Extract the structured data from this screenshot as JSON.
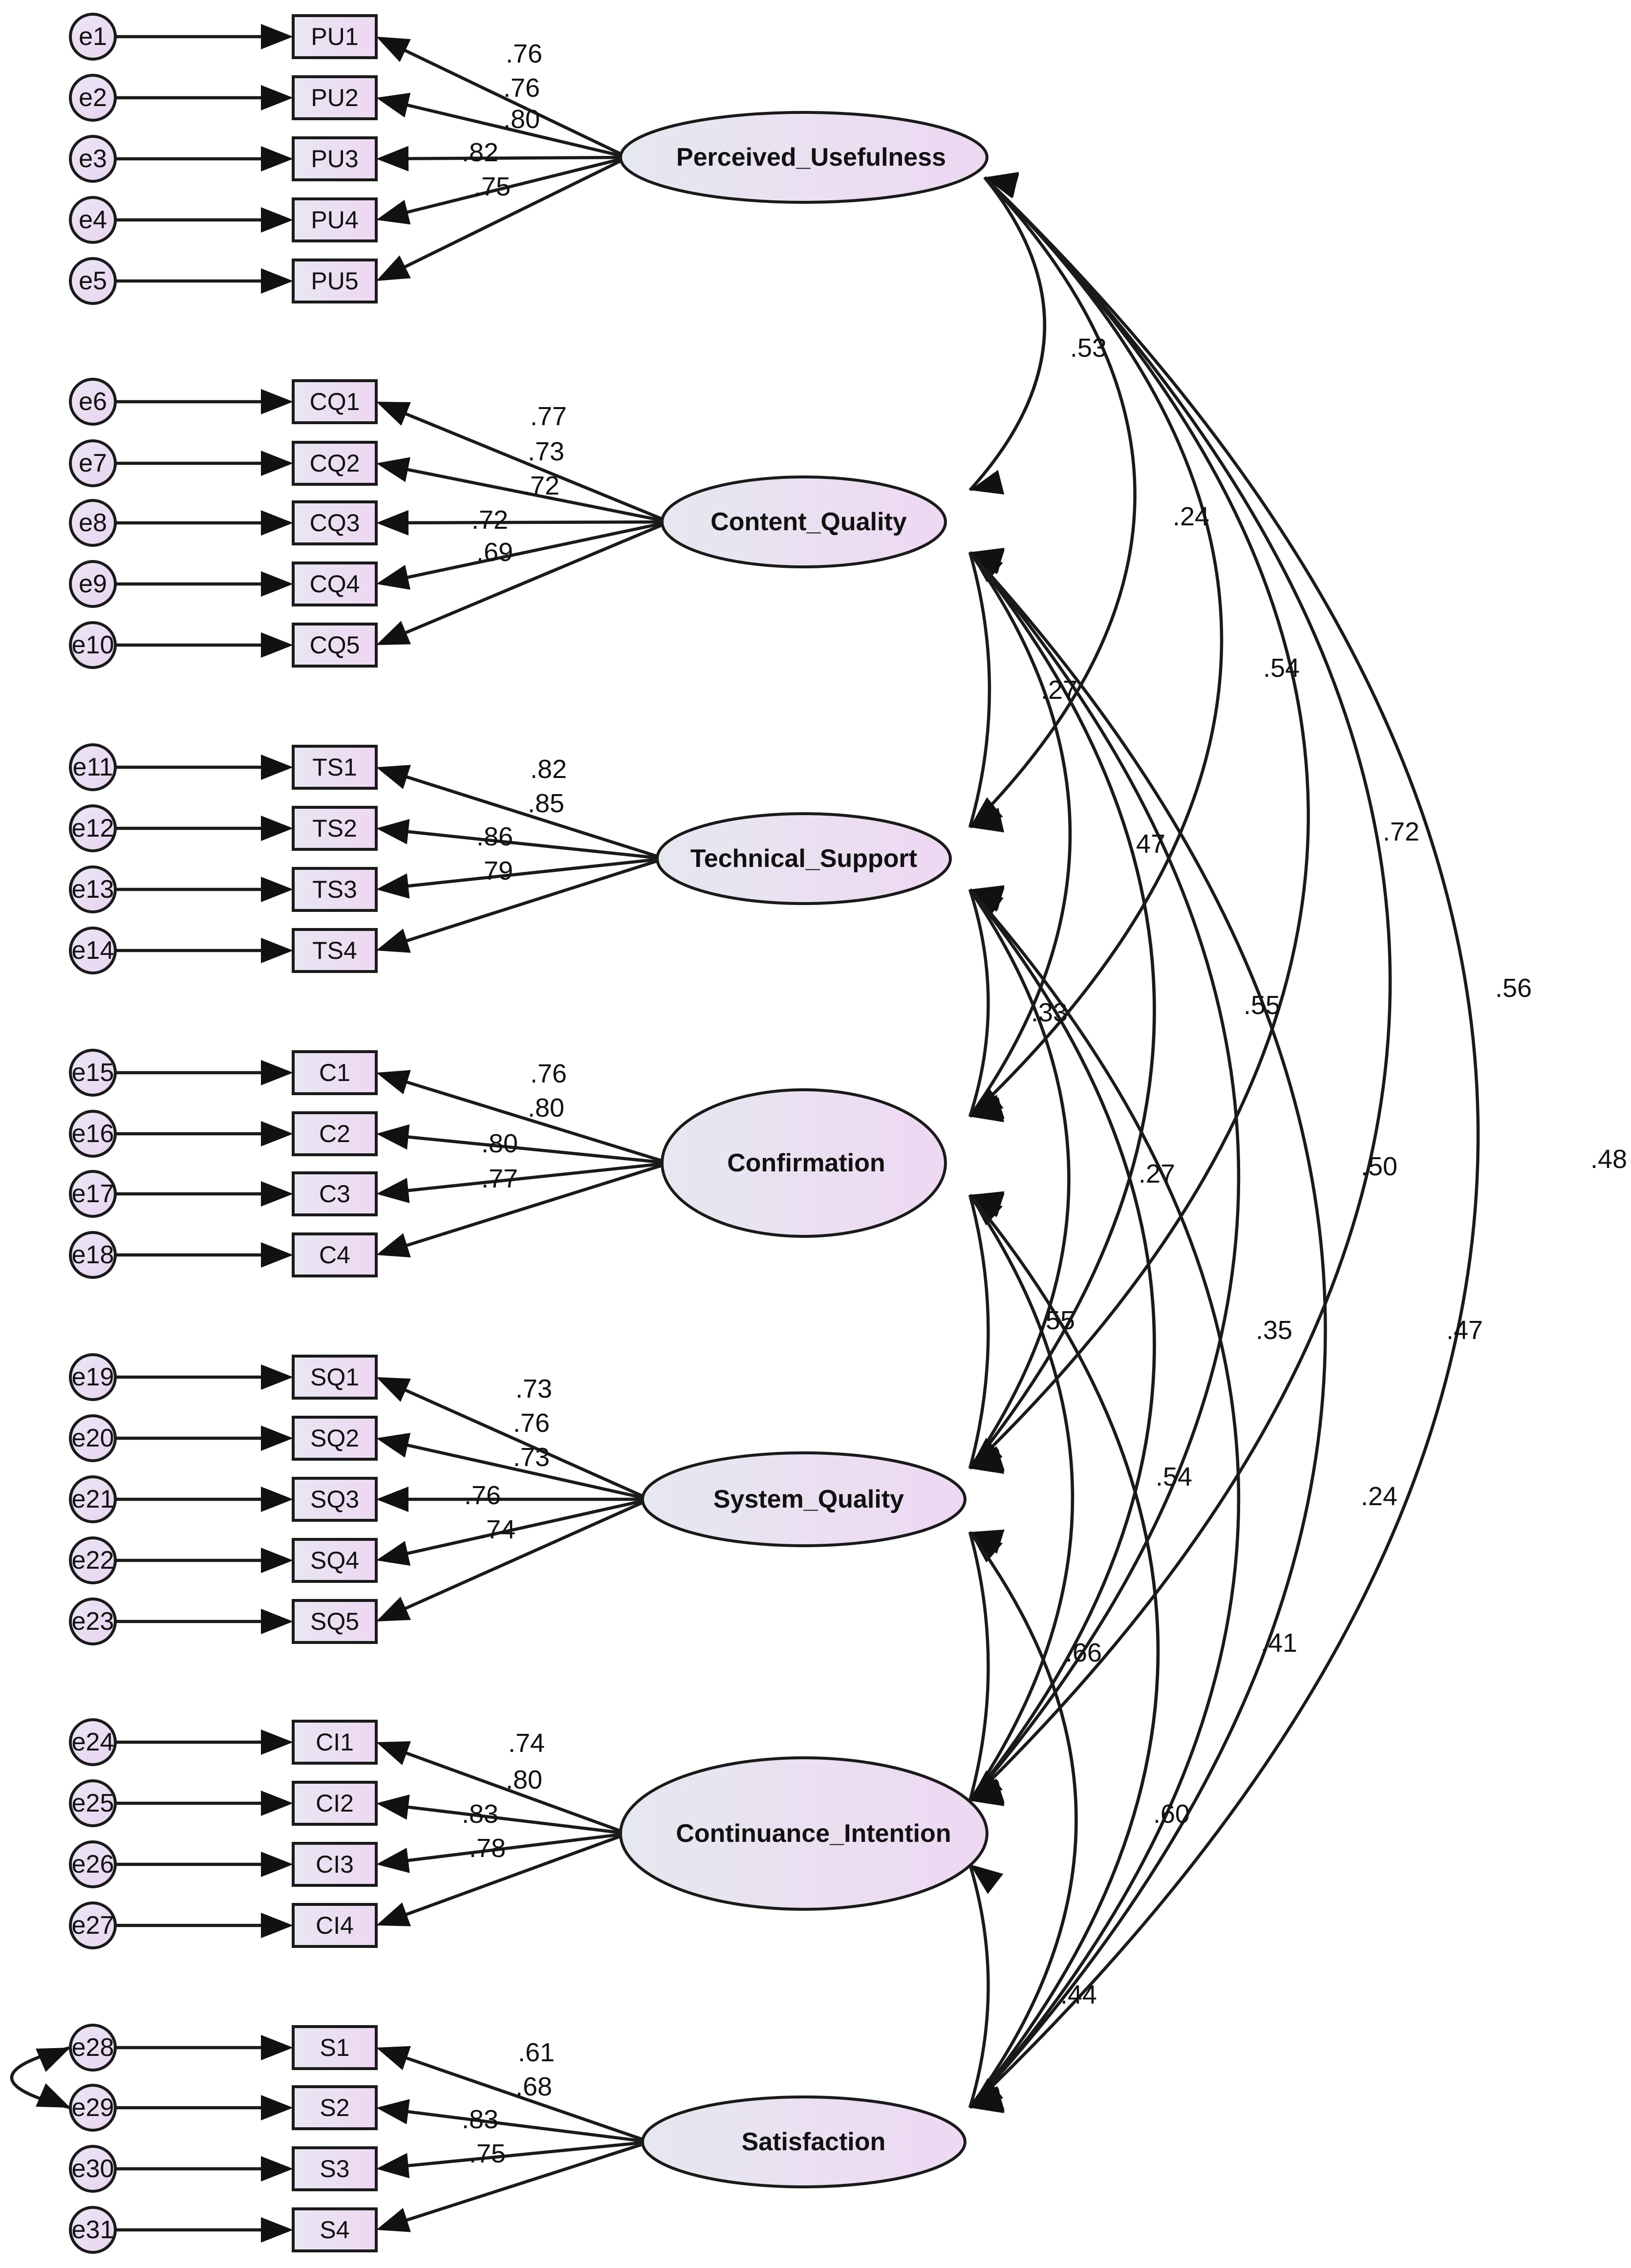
{
  "latents": [
    {
      "id": "Perceived_Usefulness",
      "label": "Perceived_Usefulness"
    },
    {
      "id": "Content_Quality",
      "label": "Content_Quality"
    },
    {
      "id": "Technical_Support",
      "label": "Technical_Support"
    },
    {
      "id": "Confirmation",
      "label": "Confirmation"
    },
    {
      "id": "System_Quality",
      "label": "System_Quality"
    },
    {
      "id": "Continuance_Intention",
      "label": "Continuance_Intention"
    },
    {
      "id": "Satisfaction",
      "label": "Satisfaction"
    }
  ],
  "indicators": [
    {
      "latent": "Perceived_Usefulness",
      "label": "PU1",
      "error": "e1",
      "loading": ".76"
    },
    {
      "latent": "Perceived_Usefulness",
      "label": "PU2",
      "error": "e2",
      "loading": ".76"
    },
    {
      "latent": "Perceived_Usefulness",
      "label": "PU3",
      "error": "e3",
      "loading": ".80"
    },
    {
      "latent": "Perceived_Usefulness",
      "label": "PU4",
      "error": "e4",
      "loading": ".82"
    },
    {
      "latent": "Perceived_Usefulness",
      "label": "PU5",
      "error": "e5",
      "loading": ".75"
    },
    {
      "latent": "Content_Quality",
      "label": "CQ1",
      "error": "e6",
      "loading": ".77"
    },
    {
      "latent": "Content_Quality",
      "label": "CQ2",
      "error": "e7",
      "loading": ".73"
    },
    {
      "latent": "Content_Quality",
      "label": "CQ3",
      "error": "e8",
      "loading": ".72"
    },
    {
      "latent": "Content_Quality",
      "label": "CQ4",
      "error": "e9",
      "loading": ".72"
    },
    {
      "latent": "Content_Quality",
      "label": "CQ5",
      "error": "e10",
      "loading": ".69"
    },
    {
      "latent": "Technical_Support",
      "label": "TS1",
      "error": "e11",
      "loading": ".82"
    },
    {
      "latent": "Technical_Support",
      "label": "TS2",
      "error": "e12",
      "loading": ".85"
    },
    {
      "latent": "Technical_Support",
      "label": "TS3",
      "error": "e13",
      "loading": ".86"
    },
    {
      "latent": "Technical_Support",
      "label": "TS4",
      "error": "e14",
      "loading": ".79"
    },
    {
      "latent": "Confirmation",
      "label": "C1",
      "error": "e15",
      "loading": ".76"
    },
    {
      "latent": "Confirmation",
      "label": "C2",
      "error": "e16",
      "loading": ".80"
    },
    {
      "latent": "Confirmation",
      "label": "C3",
      "error": "e17",
      "loading": ".80"
    },
    {
      "latent": "Confirmation",
      "label": "C4",
      "error": "e18",
      "loading": ".77"
    },
    {
      "latent": "System_Quality",
      "label": "SQ1",
      "error": "e19",
      "loading": ".73"
    },
    {
      "latent": "System_Quality",
      "label": "SQ2",
      "error": "e20",
      "loading": ".76"
    },
    {
      "latent": "System_Quality",
      "label": "SQ3",
      "error": "e21",
      "loading": ".73"
    },
    {
      "latent": "System_Quality",
      "label": "SQ4",
      "error": "e22",
      "loading": ".76"
    },
    {
      "latent": "System_Quality",
      "label": "SQ5",
      "error": "e23",
      "loading": ".74"
    },
    {
      "latent": "Continuance_Intention",
      "label": "CI1",
      "error": "e24",
      "loading": ".74"
    },
    {
      "latent": "Continuance_Intention",
      "label": "CI2",
      "error": "e25",
      "loading": ".80"
    },
    {
      "latent": "Continuance_Intention",
      "label": "CI3",
      "error": "e26",
      "loading": ".83"
    },
    {
      "latent": "Continuance_Intention",
      "label": "CI4",
      "error": "e27",
      "loading": ".78"
    },
    {
      "latent": "Satisfaction",
      "label": "S1",
      "error": "e28",
      "loading": ".61"
    },
    {
      "latent": "Satisfaction",
      "label": "S2",
      "error": "e29",
      "loading": ".68"
    },
    {
      "latent": "Satisfaction",
      "label": "S3",
      "error": "e30",
      "loading": ".83"
    },
    {
      "latent": "Satisfaction",
      "label": "S4",
      "error": "e31",
      "loading": ".75"
    }
  ],
  "correlations": [
    {
      "a": "Perceived_Usefulness",
      "b": "Content_Quality",
      "value": ".53"
    },
    {
      "a": "Perceived_Usefulness",
      "b": "Technical_Support",
      "value": ".24"
    },
    {
      "a": "Perceived_Usefulness",
      "b": "Confirmation",
      "value": ".54"
    },
    {
      "a": "Perceived_Usefulness",
      "b": "System_Quality",
      "value": ".72"
    },
    {
      "a": "Perceived_Usefulness",
      "b": "Continuance_Intention",
      "value": ".56"
    },
    {
      "a": "Perceived_Usefulness",
      "b": "Satisfaction",
      "value": ".48"
    },
    {
      "a": "Content_Quality",
      "b": "Technical_Support",
      "value": ".27"
    },
    {
      "a": "Content_Quality",
      "b": "Confirmation",
      "value": ".47"
    },
    {
      "a": "Content_Quality",
      "b": "System_Quality",
      "value": ".55"
    },
    {
      "a": "Content_Quality",
      "b": "Continuance_Intention",
      "value": ".50"
    },
    {
      "a": "Content_Quality",
      "b": "Satisfaction",
      "value": ".47"
    },
    {
      "a": "Technical_Support",
      "b": "Confirmation",
      "value": ".33"
    },
    {
      "a": "Technical_Support",
      "b": "System_Quality",
      "value": ".27"
    },
    {
      "a": "Technical_Support",
      "b": "Continuance_Intention",
      "value": ".35"
    },
    {
      "a": "Technical_Support",
      "b": "Satisfaction",
      "value": ".24"
    },
    {
      "a": "Confirmation",
      "b": "System_Quality",
      "value": ".55"
    },
    {
      "a": "Confirmation",
      "b": "Continuance_Intention",
      "value": ".54"
    },
    {
      "a": "Confirmation",
      "b": "Satisfaction",
      "value": ".41"
    },
    {
      "a": "System_Quality",
      "b": "Continuance_Intention",
      "value": ".66"
    },
    {
      "a": "System_Quality",
      "b": "Satisfaction",
      "value": ".60"
    },
    {
      "a": "Continuance_Intention",
      "b": "Satisfaction",
      "value": ".44"
    }
  ],
  "error_covariances": [
    {
      "a": "e28",
      "b": "e29"
    }
  ]
}
